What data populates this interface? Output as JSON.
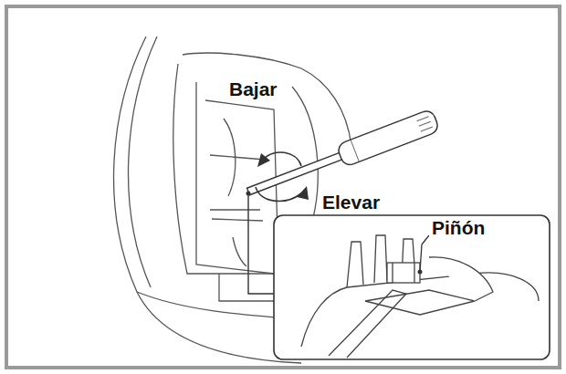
{
  "diagram": {
    "labels": [
      "Bajar",
      "Elevar",
      "Piñón"
    ]
  }
}
